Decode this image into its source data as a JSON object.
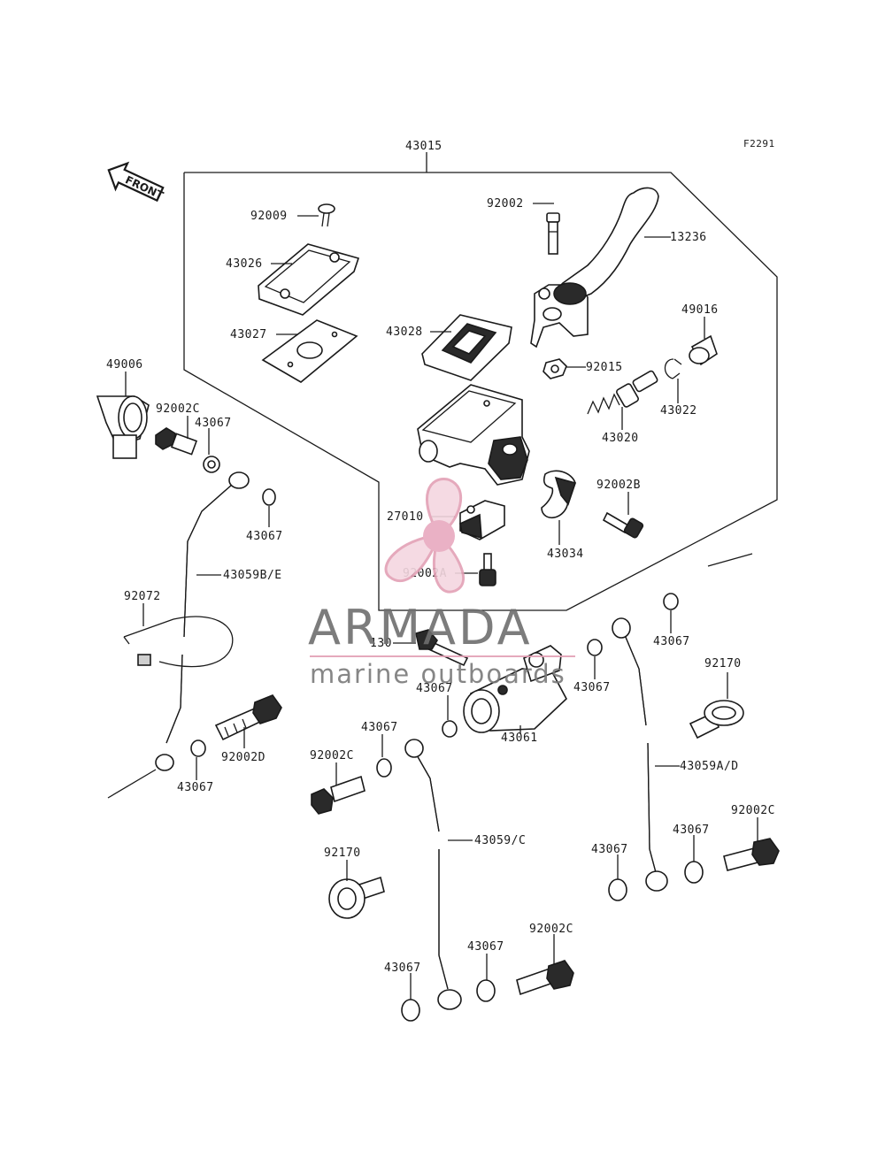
{
  "figure_code": "F2291",
  "front_label": "FRONT",
  "watermark": {
    "brand": "ARMADA",
    "tagline": "marine outboards",
    "accent_color": "#e3a0b5",
    "icon": "propeller-icon"
  },
  "part_labels": {
    "p43015": "43015",
    "p92009": "92009",
    "p43026": "43026",
    "p43027": "43027",
    "p92002": "92002",
    "p13236": "13236",
    "p43028": "43028",
    "p49016": "49016",
    "p92015": "92015",
    "p43022": "43022",
    "p43020": "43020",
    "p49006": "49006",
    "p92002C_a": "92002C",
    "p43067_a": "43067",
    "p43067_b": "43067",
    "p92002B": "92002B",
    "p27010": "27010",
    "p43034": "43034",
    "p92002A": "92002A",
    "p43059BE": "43059B/E",
    "p92072": "92072",
    "p43067_c": "43067",
    "p130": "130",
    "p92170_a": "92170",
    "p43067_d": "43067",
    "p43067_e": "43067",
    "p43061": "43061",
    "p43067_f": "43067",
    "p92002C_b": "92002C",
    "p92002D": "92002D",
    "p43067_g": "43067",
    "p43059AD": "43059A/D",
    "p92002C_c": "92002C",
    "p43059C": "43059/C",
    "p43067_h": "43067",
    "p43067_i": "43067",
    "p92170_b": "92170",
    "p92002C_d": "92002C",
    "p43067_j": "43067",
    "p43067_k": "43067"
  }
}
